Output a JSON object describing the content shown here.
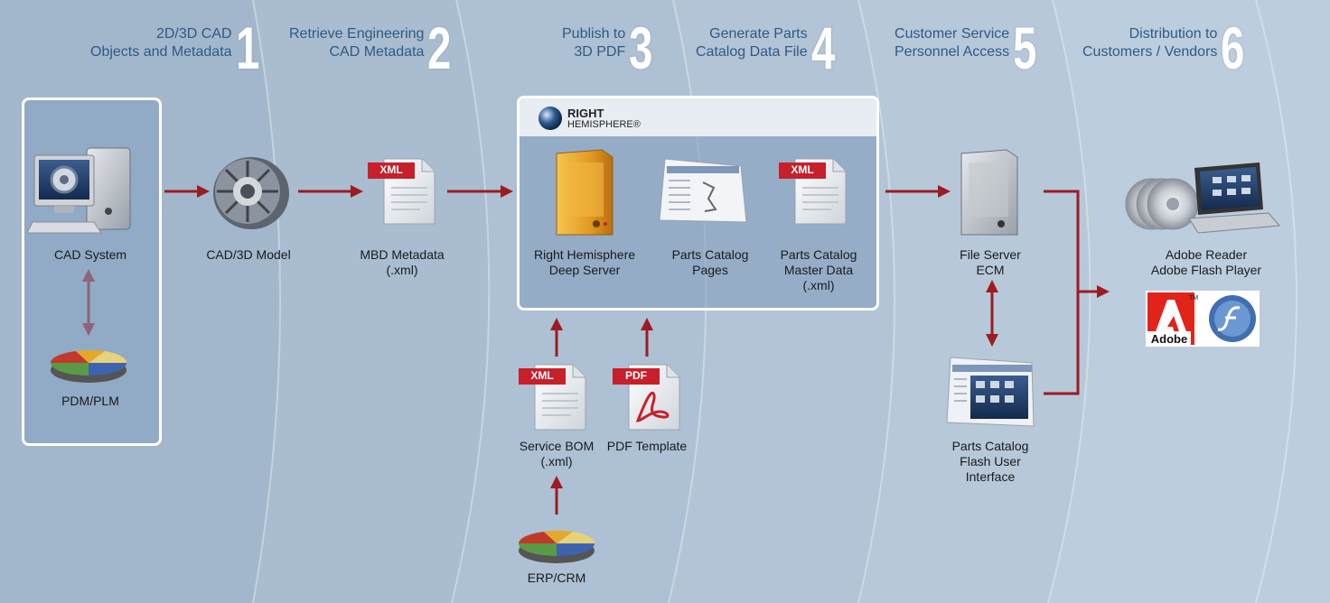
{
  "steps": [
    {
      "line1": "2D/3D CAD",
      "line2": "Objects and Metadata",
      "num": "1"
    },
    {
      "line1": "Retrieve Engineering",
      "line2": "CAD Metadata",
      "num": "2"
    },
    {
      "line1": "Publish to",
      "line2": "3D PDF",
      "num": "3"
    },
    {
      "line1": "Generate Parts",
      "line2": "Catalog Data File",
      "num": "4"
    },
    {
      "line1": "Customer Service",
      "line2": "Personnel Access",
      "num": "5"
    },
    {
      "line1": "Distribution to",
      "line2": "Customers / Vendors",
      "num": "6"
    }
  ],
  "nodes": {
    "cad_system": "CAD System",
    "pdm_plm": "PDM/PLM",
    "cad_model": "CAD/3D Model",
    "mbd_line1": "MBD Metadata",
    "mbd_line2": "(.xml)",
    "rh_line1": "Right Hemisphere",
    "rh_line2": "Deep Server",
    "pcp_line1": "Parts Catalog",
    "pcp_line2": "Pages",
    "pcm_line1": "Parts Catalog",
    "pcm_line2": "Master Data",
    "pcm_line3": "(.xml)",
    "bom_line1": "Service BOM",
    "bom_line2": "(.xml)",
    "pdf_template": "PDF Template",
    "erp_crm": "ERP/CRM",
    "fs_line1": "File Server",
    "fs_line2": "ECM",
    "flash_line1": "Parts Catalog",
    "flash_line2": "Flash User",
    "flash_line3": "Interface",
    "reader_line1": "Adobe Reader",
    "reader_line2": "Adobe Flash Player"
  },
  "badges": {
    "xml": "XML",
    "pdf": "PDF"
  },
  "logo": {
    "line1": "RIGHT",
    "line2": "HEMISPHERE®"
  },
  "adobe": {
    "wordmark": "Adobe",
    "tm": "TM"
  },
  "colors": {
    "arrow": "#9b1c22",
    "heading": "#2d5a85",
    "badge": "#c8202a"
  }
}
